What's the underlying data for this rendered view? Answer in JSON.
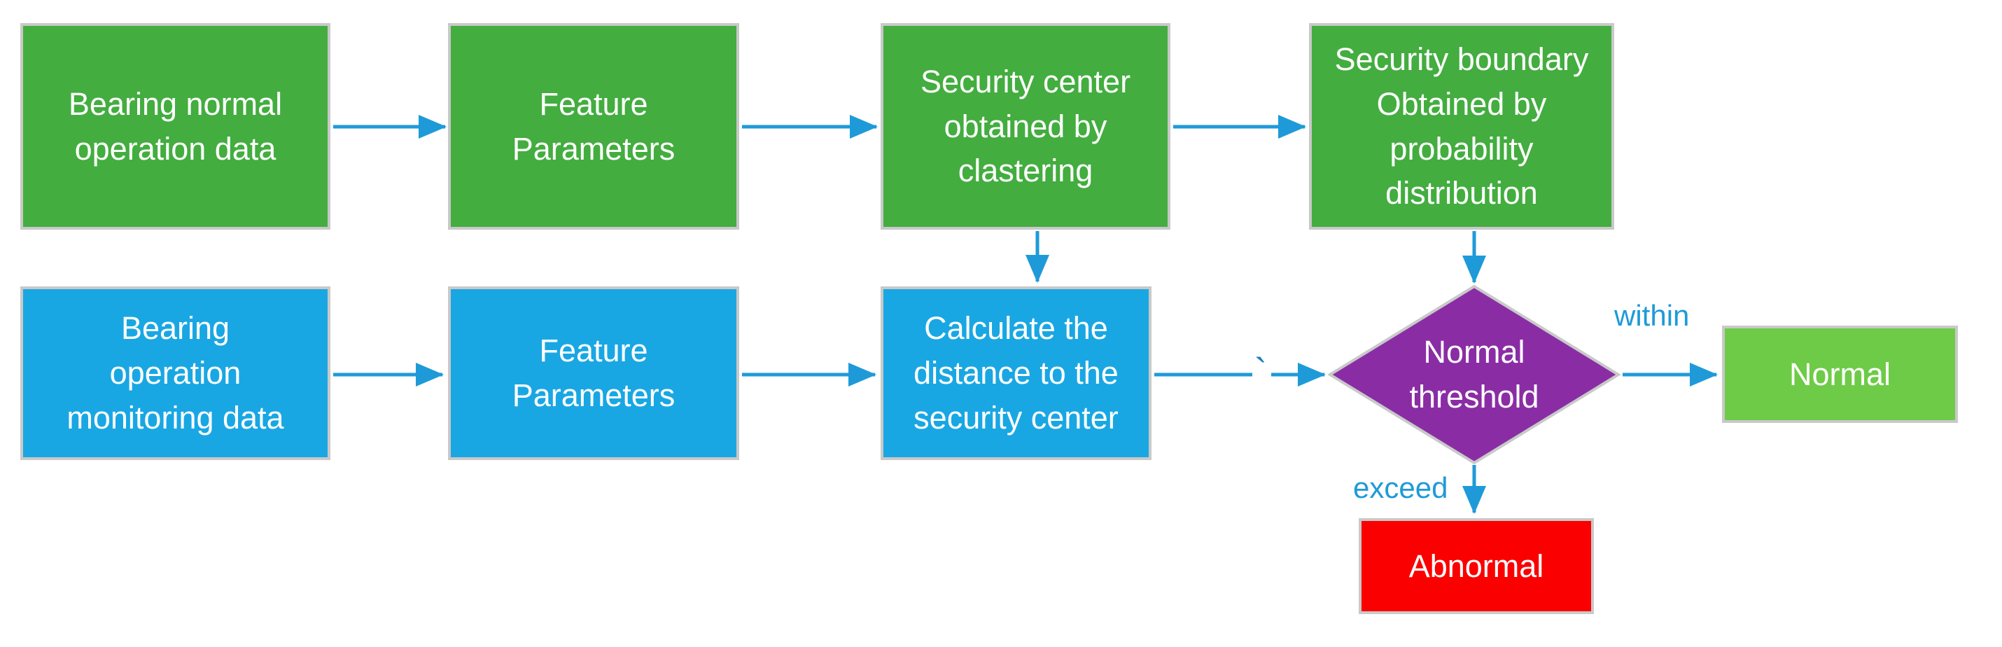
{
  "palette": {
    "process_green": "#43ad3f",
    "result_light_green": "#6ecb47",
    "process_blue": "#19a7e3",
    "decision_purple": "#8a2da5",
    "alert_red": "#fb0000",
    "arrow_blue": "#1f9ad8",
    "node_border_gray": "#c9c9c9",
    "node_text_white": "#ffffff"
  },
  "nodes": {
    "bearing_normal_data": {
      "label": "Bearing normal\noperation data"
    },
    "feature_parameters_top": {
      "label": "Feature\nParameters"
    },
    "security_center": {
      "label": "Security center\nobtained by\nclastering"
    },
    "security_boundary": {
      "label": "Security boundary\nObtained by\nprobability\ndistribution"
    },
    "bearing_monitoring_data": {
      "label": "Bearing\noperation\nmonitoring data"
    },
    "feature_parameters_bottom": {
      "label": "Feature\nParameters"
    },
    "calculate_distance": {
      "label": "Calculate the\ndistance to the\nsecurity center"
    },
    "normal_threshold": {
      "label": "Normal\nthreshold"
    },
    "normal": {
      "label": "Normal"
    },
    "abnormal": {
      "label": "Abnormal"
    }
  },
  "edge_labels": {
    "within": "within",
    "exceed": "exceed",
    "stray_mark": "`"
  }
}
